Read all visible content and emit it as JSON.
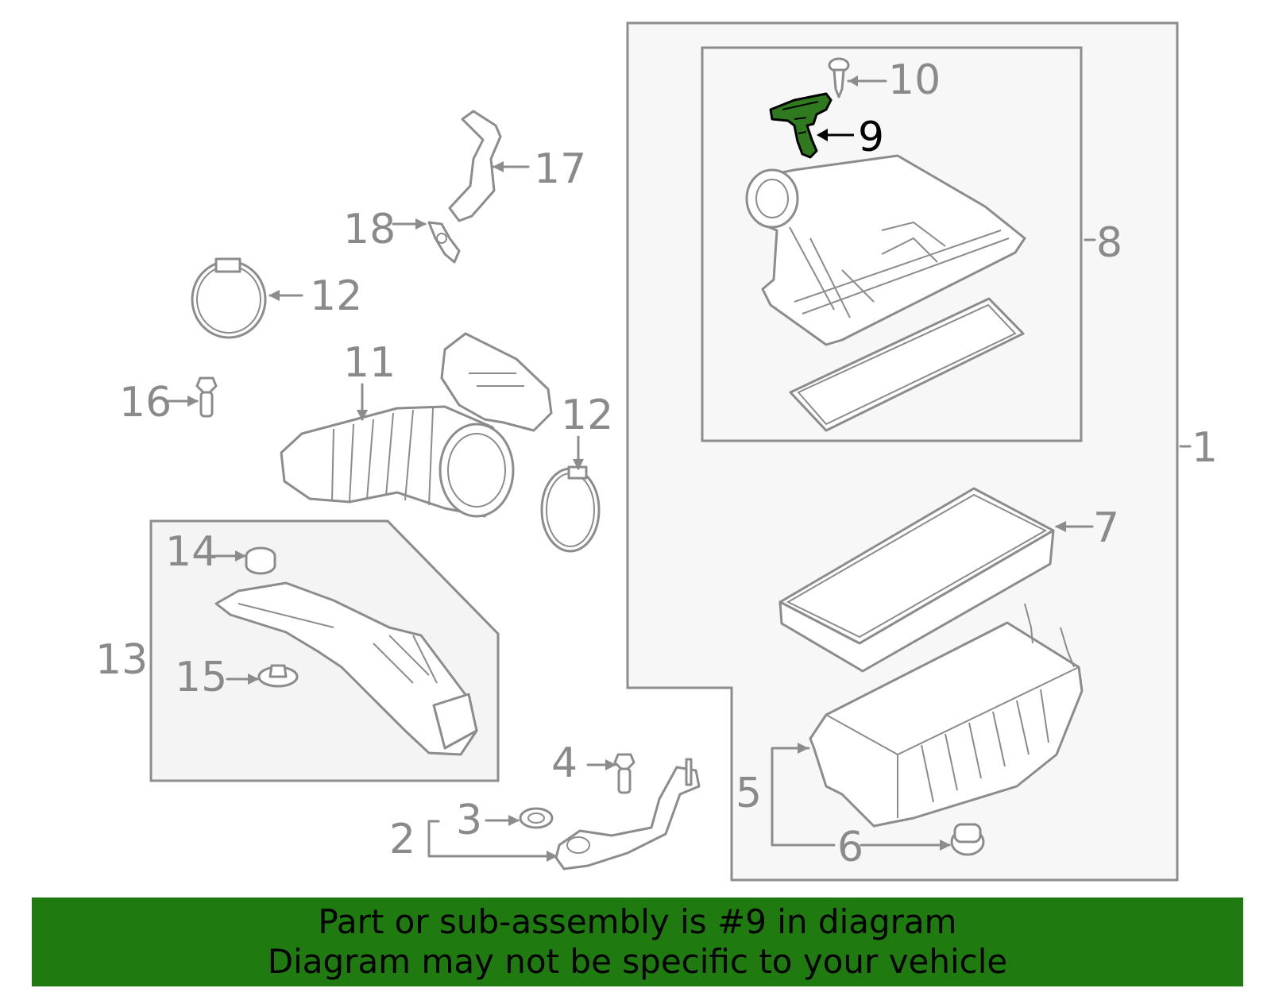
{
  "callouts": {
    "c1": "1",
    "c2": "2",
    "c3": "3",
    "c4": "4",
    "c5": "5",
    "c6": "6",
    "c7": "7",
    "c8": "8",
    "c9": "9",
    "c10": "10",
    "c11": "11",
    "c12a": "12",
    "c12b": "12",
    "c13": "13",
    "c14": "14",
    "c15": "15",
    "c16": "16",
    "c17": "17",
    "c18": "18"
  },
  "highlight_part": "9",
  "colors": {
    "banner": "#1f7a10",
    "highlight": "#2f7a1e",
    "line": "#8c8c8c"
  },
  "banner": {
    "line1": "Part or sub-assembly is #9 in diagram",
    "line2": "Diagram may not be specific to your vehicle"
  }
}
